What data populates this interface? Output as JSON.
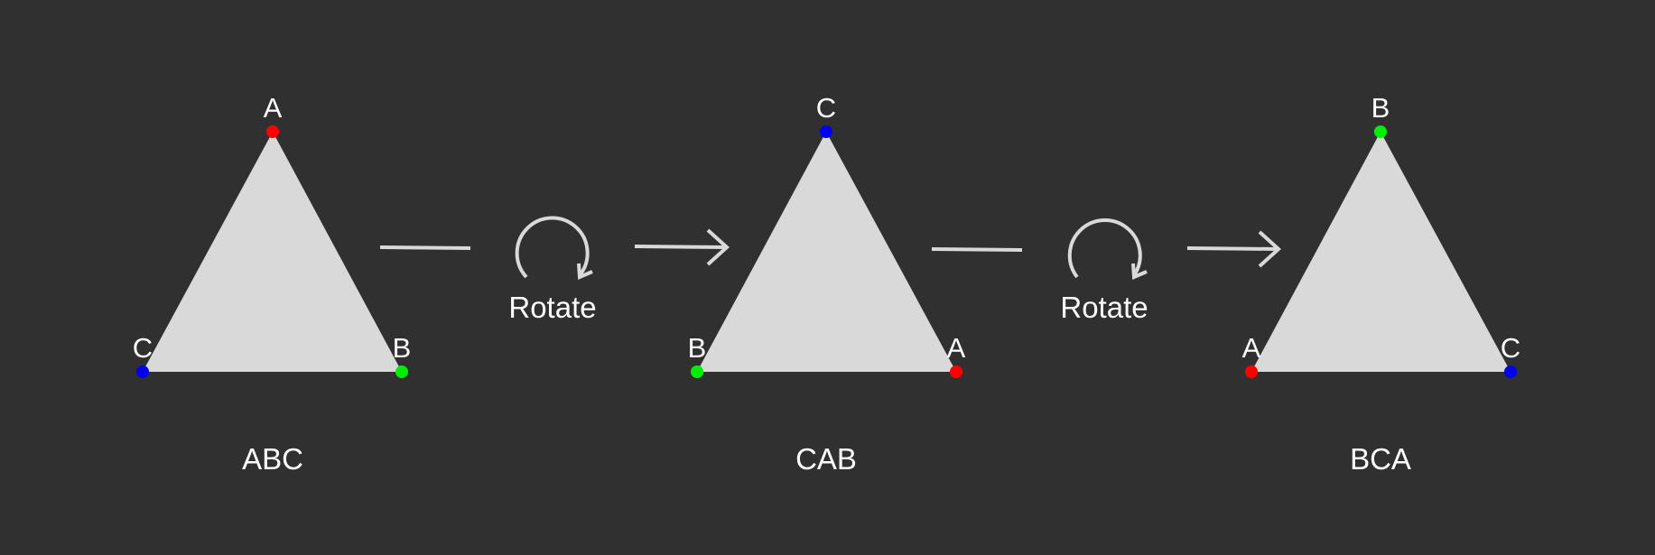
{
  "colors": {
    "background": "#303030",
    "triangle_fill": "#d9d9d9",
    "arrow_stroke": "#d9d9d9",
    "text": "#ffffff",
    "vertex_A": "#ff0000",
    "vertex_B": "#00ee00",
    "vertex_C": "#0000ee"
  },
  "triangles": [
    {
      "caption": "ABC",
      "vertices": {
        "top": {
          "label": "A",
          "color": "#ff0000"
        },
        "bottom_left": {
          "label": "C",
          "color": "#0000ee"
        },
        "bottom_right": {
          "label": "B",
          "color": "#00ee00"
        }
      }
    },
    {
      "caption": "CAB",
      "vertices": {
        "top": {
          "label": "C",
          "color": "#0000ee"
        },
        "bottom_left": {
          "label": "B",
          "color": "#00ee00"
        },
        "bottom_right": {
          "label": "A",
          "color": "#ff0000"
        }
      }
    },
    {
      "caption": "BCA",
      "vertices": {
        "top": {
          "label": "B",
          "color": "#00ee00"
        },
        "bottom_left": {
          "label": "A",
          "color": "#ff0000"
        },
        "bottom_right": {
          "label": "C",
          "color": "#0000ee"
        }
      }
    }
  ],
  "transitions": [
    {
      "label": "Rotate",
      "icon": "rotate-clockwise-icon"
    },
    {
      "label": "Rotate",
      "icon": "rotate-clockwise-icon"
    }
  ]
}
